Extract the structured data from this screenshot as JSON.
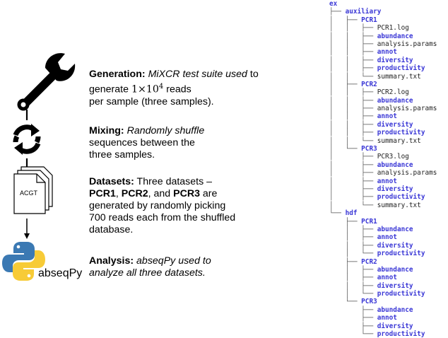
{
  "steps": {
    "generation": {
      "label": "Generation:",
      "italic": "MiXCR test suite used",
      "text1": " to",
      "text2": "generate ",
      "math": "1×10",
      "exp": "4",
      "text3": " reads",
      "text4": "per sample (three samples)."
    },
    "mixing": {
      "label": "Mixing:",
      "italic": "Randomly shuffle",
      "text1": "sequences between the",
      "text2": "three samples."
    },
    "datasets": {
      "label": "Datasets:",
      "text1": " Three datasets –",
      "pcr1": "PCR1",
      "sep1": ", ",
      "pcr2": "PCR2",
      "sep2": ", and ",
      "pcr3": "PCR3",
      "text2": " are",
      "text3": "generated by randomly picking",
      "text4": "700 reads each from the shuffled",
      "text5": "database."
    },
    "analysis": {
      "label": "Analysis:",
      "italic1": " abseqPy used to",
      "italic2": "analyze all three datasets."
    }
  },
  "icons": {
    "doc_text": "ACGT",
    "python_caption": "abseqPy"
  },
  "tree": {
    "rows": [
      {
        "guide": "",
        "name": "ex",
        "kind": "dir"
      },
      {
        "guide": "├── ",
        "name": "auxiliary",
        "kind": "dir"
      },
      {
        "guide": "│   ├── ",
        "name": "PCR1",
        "kind": "dir"
      },
      {
        "guide": "│   │   ├── ",
        "name": "PCR1.log",
        "kind": "file"
      },
      {
        "guide": "│   │   ├── ",
        "name": "abundance",
        "kind": "dir"
      },
      {
        "guide": "│   │   ├── ",
        "name": "analysis.params",
        "kind": "file"
      },
      {
        "guide": "│   │   ├── ",
        "name": "annot",
        "kind": "dir"
      },
      {
        "guide": "│   │   ├── ",
        "name": "diversity",
        "kind": "dir"
      },
      {
        "guide": "│   │   ├── ",
        "name": "productivity",
        "kind": "dir"
      },
      {
        "guide": "│   │   └── ",
        "name": "summary.txt",
        "kind": "file"
      },
      {
        "guide": "│   ├── ",
        "name": "PCR2",
        "kind": "dir"
      },
      {
        "guide": "│   │   ├── ",
        "name": "PCR2.log",
        "kind": "file"
      },
      {
        "guide": "│   │   ├── ",
        "name": "abundance",
        "kind": "dir"
      },
      {
        "guide": "│   │   ├── ",
        "name": "analysis.params",
        "kind": "file"
      },
      {
        "guide": "│   │   ├── ",
        "name": "annot",
        "kind": "dir"
      },
      {
        "guide": "│   │   ├── ",
        "name": "diversity",
        "kind": "dir"
      },
      {
        "guide": "│   │   ├── ",
        "name": "productivity",
        "kind": "dir"
      },
      {
        "guide": "│   │   └── ",
        "name": "summary.txt",
        "kind": "file"
      },
      {
        "guide": "│   └── ",
        "name": "PCR3",
        "kind": "dir"
      },
      {
        "guide": "│       ├── ",
        "name": "PCR3.log",
        "kind": "file"
      },
      {
        "guide": "│       ├── ",
        "name": "abundance",
        "kind": "dir"
      },
      {
        "guide": "│       ├── ",
        "name": "analysis.params",
        "kind": "file"
      },
      {
        "guide": "│       ├── ",
        "name": "annot",
        "kind": "dir"
      },
      {
        "guide": "│       ├── ",
        "name": "diversity",
        "kind": "dir"
      },
      {
        "guide": "│       ├── ",
        "name": "productivity",
        "kind": "dir"
      },
      {
        "guide": "│       └── ",
        "name": "summary.txt",
        "kind": "file"
      },
      {
        "guide": "└── ",
        "name": "hdf",
        "kind": "dir"
      },
      {
        "guide": "    ├── ",
        "name": "PCR1",
        "kind": "dir"
      },
      {
        "guide": "    │   ├── ",
        "name": "abundance",
        "kind": "dir"
      },
      {
        "guide": "    │   ├── ",
        "name": "annot",
        "kind": "dir"
      },
      {
        "guide": "    │   ├── ",
        "name": "diversity",
        "kind": "dir"
      },
      {
        "guide": "    │   └── ",
        "name": "productivity",
        "kind": "dir"
      },
      {
        "guide": "    ├── ",
        "name": "PCR2",
        "kind": "dir"
      },
      {
        "guide": "    │   ├── ",
        "name": "abundance",
        "kind": "dir"
      },
      {
        "guide": "    │   ├── ",
        "name": "annot",
        "kind": "dir"
      },
      {
        "guide": "    │   ├── ",
        "name": "diversity",
        "kind": "dir"
      },
      {
        "guide": "    │   └── ",
        "name": "productivity",
        "kind": "dir"
      },
      {
        "guide": "    └── ",
        "name": "PCR3",
        "kind": "dir"
      },
      {
        "guide": "        ├── ",
        "name": "abundance",
        "kind": "dir"
      },
      {
        "guide": "        ├── ",
        "name": "annot",
        "kind": "dir"
      },
      {
        "guide": "        ├── ",
        "name": "diversity",
        "kind": "dir"
      },
      {
        "guide": "        └── ",
        "name": "productivity",
        "kind": "dir"
      }
    ]
  },
  "colors": {
    "dir": "#3a37d6",
    "python_blue": "#3b79b3",
    "python_yellow": "#f7cb37"
  }
}
